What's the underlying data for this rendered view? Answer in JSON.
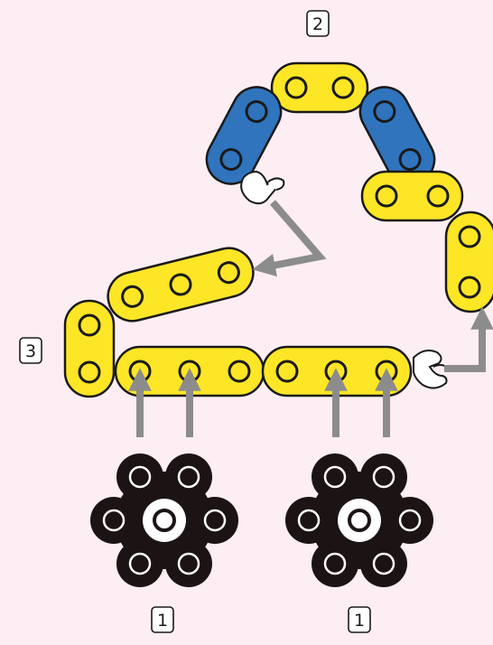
{
  "labels": {
    "step_top": "2",
    "step_left": "3",
    "step_bottom_left": "1",
    "step_bottom_right": "1"
  },
  "colors": {
    "background": "#fdeef4",
    "link_yellow": "#fde626",
    "link_blue": "#2f74bd",
    "outline": "#1a1a1a",
    "arrow_gray": "#8c8c8c",
    "gear_black": "#1c1414",
    "clip_white": "#ffffff"
  },
  "icons": {
    "gear": "six-tooth-sprocket-icon",
    "clip": "chain-master-clip-icon",
    "arrow": "gray-arrow-icon"
  }
}
